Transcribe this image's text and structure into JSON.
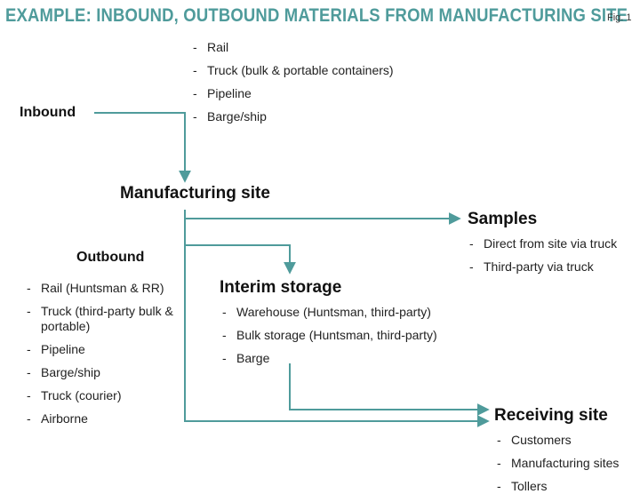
{
  "title": "EXAMPLE: INBOUND, OUTBOUND MATERIALS FROM MANUFACTURING SITE",
  "figure_label": "Fig. 1",
  "inbound": {
    "label": "Inbound",
    "modes": [
      "Rail",
      "Truck (bulk & portable containers)",
      "Pipeline",
      "Barge/ship"
    ]
  },
  "manufacturing_site": {
    "label": "Manufacturing site"
  },
  "samples": {
    "label": "Samples",
    "items": [
      "Direct from site via truck",
      "Third-party via truck"
    ]
  },
  "outbound": {
    "label": "Outbound",
    "items": [
      "Rail (Huntsman & RR)",
      "Truck (third-party bulk & portable)",
      "Pipeline",
      "Barge/ship",
      "Truck (courier)",
      "Airborne"
    ]
  },
  "interim_storage": {
    "label": "Interim storage",
    "items": [
      "Warehouse (Huntsman, third-party)",
      "Bulk storage (Huntsman, third-party)",
      "Barge"
    ]
  },
  "receiving_site": {
    "label": "Receiving site",
    "items": [
      "Customers",
      "Manufacturing sites",
      "Tollers"
    ]
  },
  "colors": {
    "title": "#4f9b9b",
    "arrow": "#4f9b9b",
    "text": "#1a1a1a"
  }
}
